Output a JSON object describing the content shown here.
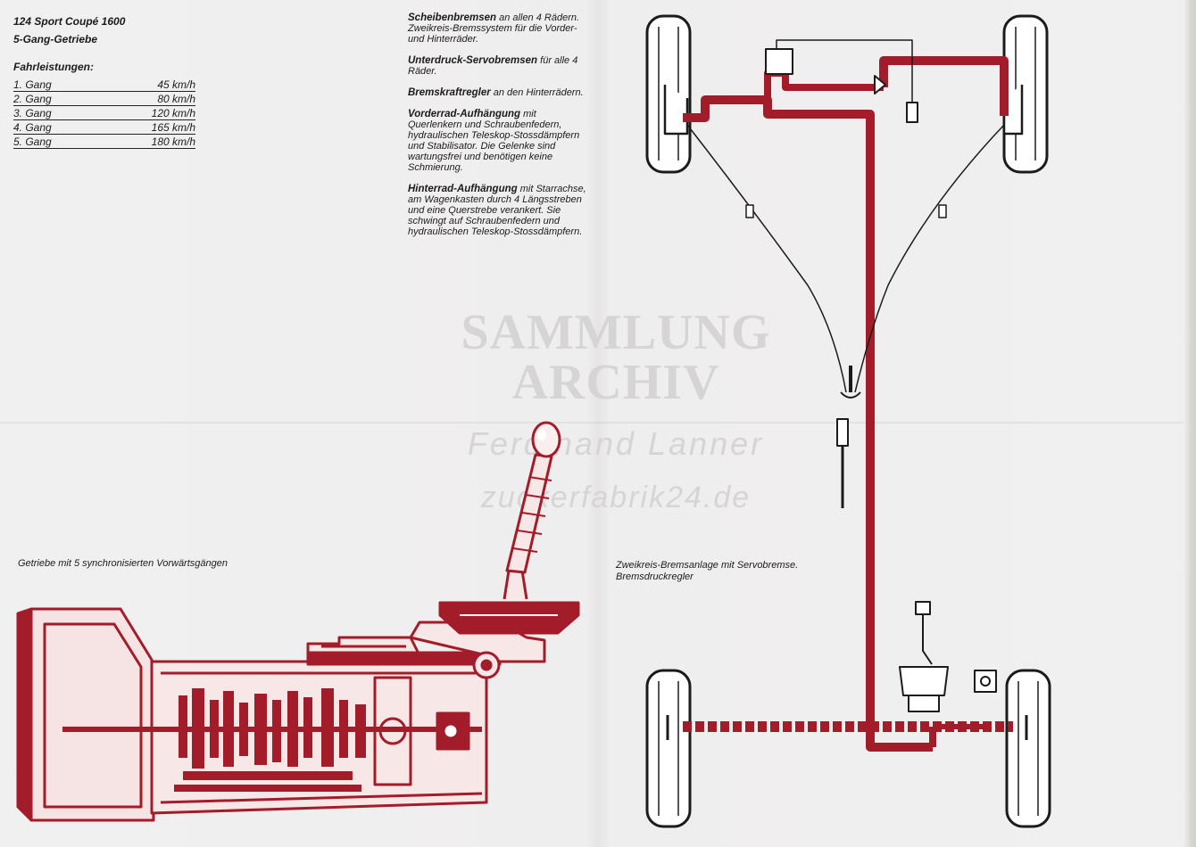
{
  "title": {
    "line1": "124 Sport Coupé 1600",
    "line2": "5-Gang-Getriebe"
  },
  "performance": {
    "heading": "Fahrleistungen:",
    "gears": [
      {
        "gear": "1. Gang",
        "speed": "45 km/h"
      },
      {
        "gear": "2. Gang",
        "speed": "80 km/h"
      },
      {
        "gear": "3. Gang",
        "speed": "120 km/h"
      },
      {
        "gear": "4. Gang",
        "speed": "165 km/h"
      },
      {
        "gear": "5. Gang",
        "speed": "180 km/h"
      }
    ]
  },
  "specs": [
    {
      "heading": "Scheibenbremsen",
      "text": "an allen 4 Rädern. Zweikreis-Bremssystem für die Vorder- und Hinterräder."
    },
    {
      "heading": "Unterdruck-Servobremsen",
      "text": "für alle 4 Räder."
    },
    {
      "heading": "Bremskraftregler",
      "text": "an den Hinterrädern."
    },
    {
      "heading": "Vorderrad-Aufhängung",
      "text": "mit Querlenkern und Schraubenfedern, hydraulischen Teleskop-Stossdämpfern und Stabilisator. Die Gelenke sind wartungsfrei und benötigen keine Schmierung."
    },
    {
      "heading": "Hinterrad-Aufhängung",
      "text": "mit Starrachse, am Wagenkasten durch 4 Längsstreben und eine Querstrebe verankert. Sie schwingt auf Schraubenfedern und hydraulischen Teleskop-Stossdämpfern."
    }
  ],
  "captions": {
    "gearbox": "Getriebe mit 5 synchronisierten Vorwärtsgängen",
    "brake_line1": "Zweikreis-Bremsanlage mit Servobremse.",
    "brake_line2": "Bremsdruckregler"
  },
  "watermark": {
    "line1": "SAMMLUNG",
    "line2": "ARCHIV",
    "line3": "Ferdinand Lanner",
    "line4": "zuckerfabrik24.de"
  },
  "colors": {
    "paper": "#f1f0f0",
    "ink_red": "#a31c2a",
    "text": "#1c1b1c",
    "watermark": "#d6d4d4"
  }
}
